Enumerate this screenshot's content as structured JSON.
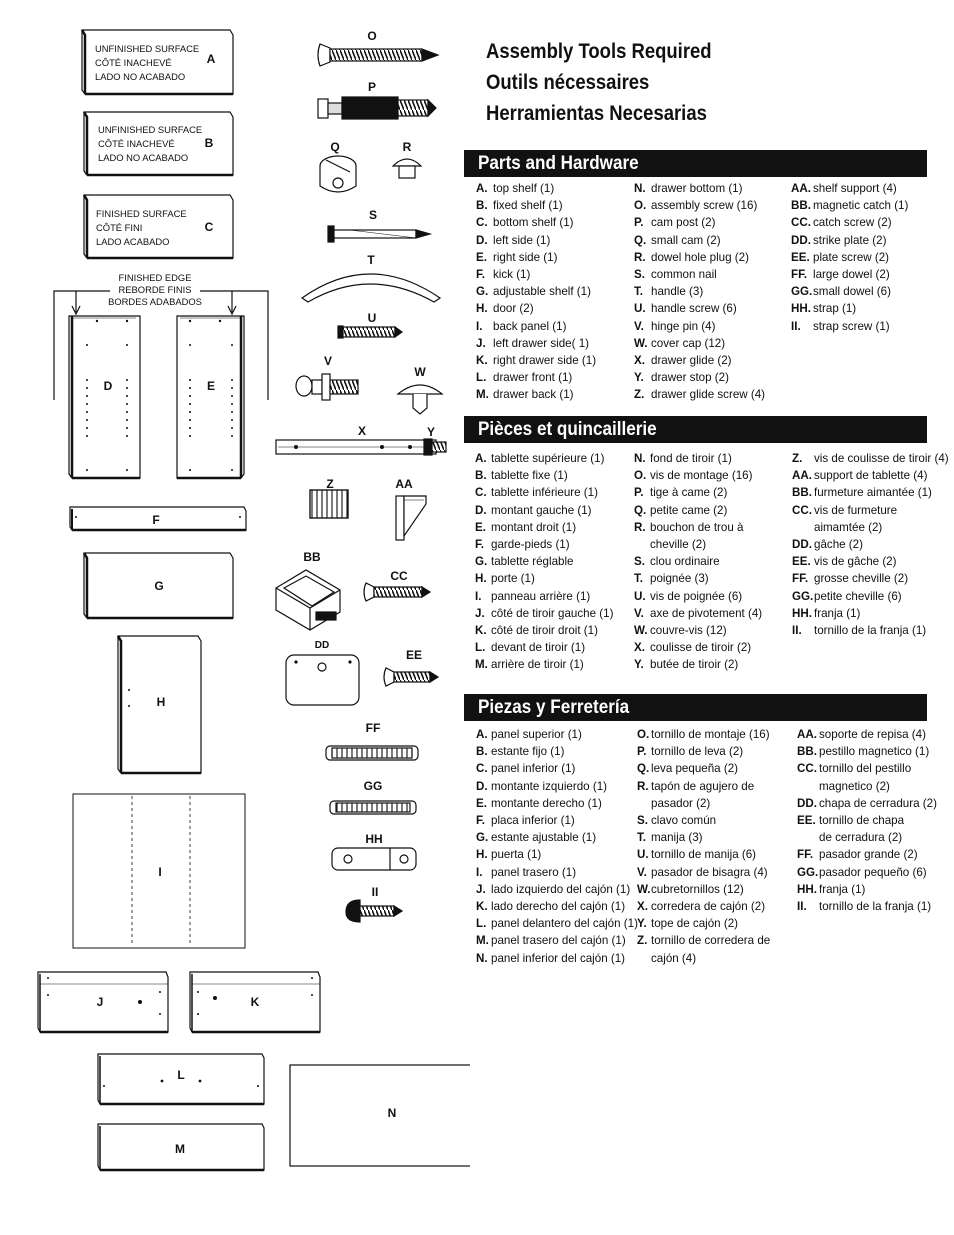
{
  "tools": {
    "lines": [
      "Assembly Tools Required",
      "Outils nécessaires",
      "Herramientas Necesarias"
    ],
    "icons": [
      "hammer-icon",
      "screwdriver-icon"
    ]
  },
  "panels": {
    "A": [
      "UNFINISHED SURFACE",
      "CÔTÉ INACHEVÉ",
      "LADO NO ACABADO"
    ],
    "B": [
      "UNFINISHED SURFACE",
      "CÔTÉ INACHEVÉ",
      "LADO NO ACABADO"
    ],
    "C": [
      "FINISHED SURFACE",
      "CÔTÉ FINI",
      "LADO ACABADO"
    ],
    "edge": [
      "FINISHED EDGE",
      "REBORDE FINIS",
      "BORDES ADABADOS"
    ]
  },
  "part_letters": [
    "A",
    "B",
    "C",
    "D",
    "E",
    "F",
    "G",
    "H",
    "I",
    "J",
    "K",
    "L",
    "M",
    "N"
  ],
  "hardware_letters": [
    "O",
    "P",
    "Q",
    "R",
    "S",
    "T",
    "U",
    "V",
    "W",
    "X",
    "Y",
    "Z",
    "AA",
    "BB",
    "CC",
    "DD",
    "EE",
    "FF",
    "GG",
    "HH",
    "II"
  ],
  "sections": {
    "english": {
      "title": "Parts and Hardware",
      "columns": [
        [
          [
            "A.",
            "top shelf (1)"
          ],
          [
            "B.",
            "fixed shelf (1)"
          ],
          [
            "C.",
            "bottom shelf (1)"
          ],
          [
            "D.",
            "left side (1)"
          ],
          [
            "E.",
            "right side (1)"
          ],
          [
            "F.",
            "kick (1)"
          ],
          [
            "G.",
            "adjustable shelf (1)"
          ],
          [
            "H.",
            "door (2)"
          ],
          [
            "I.",
            "back panel (1)"
          ],
          [
            "J.",
            "left drawer side( 1)"
          ],
          [
            "K.",
            "right drawer side (1)"
          ],
          [
            "L.",
            "drawer front (1)"
          ],
          [
            "M.",
            "drawer back (1)"
          ]
        ],
        [
          [
            "N.",
            "drawer bottom (1)"
          ],
          [
            "O.",
            "assembly screw (16)"
          ],
          [
            "P.",
            "cam post (2)"
          ],
          [
            "Q.",
            "small cam (2)"
          ],
          [
            "R.",
            "dowel hole plug (2)"
          ],
          [
            "S.",
            "common nail"
          ],
          [
            "T.",
            "handle (3)"
          ],
          [
            "U.",
            "handle screw (6)"
          ],
          [
            "V.",
            "hinge pin (4)"
          ],
          [
            "W.",
            "cover cap (12)"
          ],
          [
            "X.",
            "drawer glide (2)"
          ],
          [
            "Y.",
            "drawer stop (2)"
          ],
          [
            "Z.",
            "drawer glide screw (4)"
          ]
        ],
        [
          [
            "AA.",
            "shelf support (4)"
          ],
          [
            "BB.",
            "magnetic catch (1)"
          ],
          [
            "CC.",
            "catch screw (2)"
          ],
          [
            "DD.",
            "strike plate (2)"
          ],
          [
            "EE.",
            "plate screw (2)"
          ],
          [
            "FF.",
            "large dowel (2)"
          ],
          [
            "GG.",
            "small dowel (6)"
          ],
          [
            "HH.",
            "strap (1)"
          ],
          [
            "II.",
            "strap screw (1)"
          ]
        ]
      ]
    },
    "french": {
      "title": "Pièces et quincaillerie",
      "columns": [
        [
          [
            "A.",
            "tablette supérieure (1)"
          ],
          [
            "B.",
            "tablette fixe (1)"
          ],
          [
            "C.",
            "tablette inférieure (1)"
          ],
          [
            "D.",
            "montant gauche (1)"
          ],
          [
            "E.",
            "montant droit (1)"
          ],
          [
            "F.",
            "garde-pieds (1)"
          ],
          [
            "G.",
            "tablette réglable"
          ],
          [
            "H.",
            "porte (1)"
          ],
          [
            "I.",
            "panneau arrière (1)"
          ],
          [
            "J.",
            "côté de tiroir gauche (1)"
          ],
          [
            "K.",
            "côté de tiroir droit (1)"
          ],
          [
            "L.",
            "devant de tiroir (1)"
          ],
          [
            "M.",
            "arrière de tiroir (1)"
          ]
        ],
        [
          [
            "N.",
            "fond de tiroir (1)"
          ],
          [
            "O.",
            "vis de montage (16)"
          ],
          [
            "P.",
            "tige à came (2)"
          ],
          [
            "Q.",
            "petite came (2)"
          ],
          [
            "R.",
            "bouchon de trou à"
          ],
          [
            "",
            "cheville (2)"
          ],
          [
            "S.",
            "clou ordinaire"
          ],
          [
            "T.",
            "poignée (3)"
          ],
          [
            "U.",
            "vis de poignée (6)"
          ],
          [
            "V.",
            "axe de pivotement (4)"
          ],
          [
            "W.",
            "couvre-vis (12)"
          ],
          [
            "X.",
            "coulisse de tiroir (2)"
          ],
          [
            "Y.",
            "butée de tiroir (2)"
          ]
        ],
        [
          [
            "Z.",
            "vis de coulisse de tiroir (4)"
          ],
          [
            "AA.",
            "support de tablette (4)"
          ],
          [
            "BB.",
            "furmeture aimantée (1)"
          ],
          [
            "CC.",
            "vis de furmeture"
          ],
          [
            "",
            "aimamtée (2)"
          ],
          [
            "DD.",
            "gâche (2)"
          ],
          [
            "EE.",
            "vis de gâche (2)"
          ],
          [
            "FF.",
            "grosse cheville (2)"
          ],
          [
            "GG.",
            "petite cheville (6)"
          ],
          [
            "HH.",
            "franja (1)"
          ],
          [
            "II.",
            "tornillo de la franja (1)"
          ]
        ]
      ]
    },
    "spanish": {
      "title": "Piezas y Ferretería",
      "columns": [
        [
          [
            "A.",
            "panel superior (1)"
          ],
          [
            "B.",
            "estante fijo (1)"
          ],
          [
            "C.",
            "panel inferior (1)"
          ],
          [
            "D.",
            "montante izquierdo (1)"
          ],
          [
            "E.",
            "montante derecho (1)"
          ],
          [
            "F.",
            "placa inferior (1)"
          ],
          [
            "G.",
            "estante ajustable (1)"
          ],
          [
            "H.",
            "puerta (1)"
          ],
          [
            "I.",
            "panel trasero (1)"
          ],
          [
            "J.",
            "lado izquierdo del cajón (1)"
          ],
          [
            "K.",
            "lado derecho del cajón (1)"
          ],
          [
            "L.",
            "panel delantero del cajón (1)"
          ],
          [
            "M.",
            "panel trasero del cajón (1)"
          ],
          [
            "N.",
            "panel inferior del cajón (1)"
          ]
        ],
        [
          [
            "O.",
            "tornillo de montaje (16)"
          ],
          [
            "P.",
            "tornillo de leva (2)"
          ],
          [
            "Q.",
            "leva pequeña (2)"
          ],
          [
            "R.",
            "tapón de agujero de"
          ],
          [
            "",
            "pasador (2)"
          ],
          [
            "S.",
            "clavo común"
          ],
          [
            "T.",
            "manija (3)"
          ],
          [
            "U.",
            "tornillo de manija (6)"
          ],
          [
            "V.",
            "pasador de bisagra (4)"
          ],
          [
            "W.",
            "cubretornillos (12)"
          ],
          [
            "X.",
            "corredera de cajón (2)"
          ],
          [
            "Y.",
            "tope de cajón (2)"
          ],
          [
            "Z.",
            "tornillo de corredera de"
          ],
          [
            "",
            "cajón (4)"
          ]
        ],
        [
          [
            "AA.",
            "soporte de repisa (4)"
          ],
          [
            "BB.",
            "pestillo magnetico (1)"
          ],
          [
            "CC.",
            "tornillo del pestillo"
          ],
          [
            "",
            "magnetico (2)"
          ],
          [
            "DD.",
            "chapa de cerradura (2)"
          ],
          [
            "EE.",
            "tornillo de chapa"
          ],
          [
            "",
            "de cerradura (2)"
          ],
          [
            "FF.",
            "pasador grande (2)"
          ],
          [
            "GG.",
            "pasador pequeño (6)"
          ],
          [
            "HH.",
            "franja (1)"
          ],
          [
            "II.",
            "tornillo de la franja (1)"
          ]
        ]
      ]
    }
  }
}
